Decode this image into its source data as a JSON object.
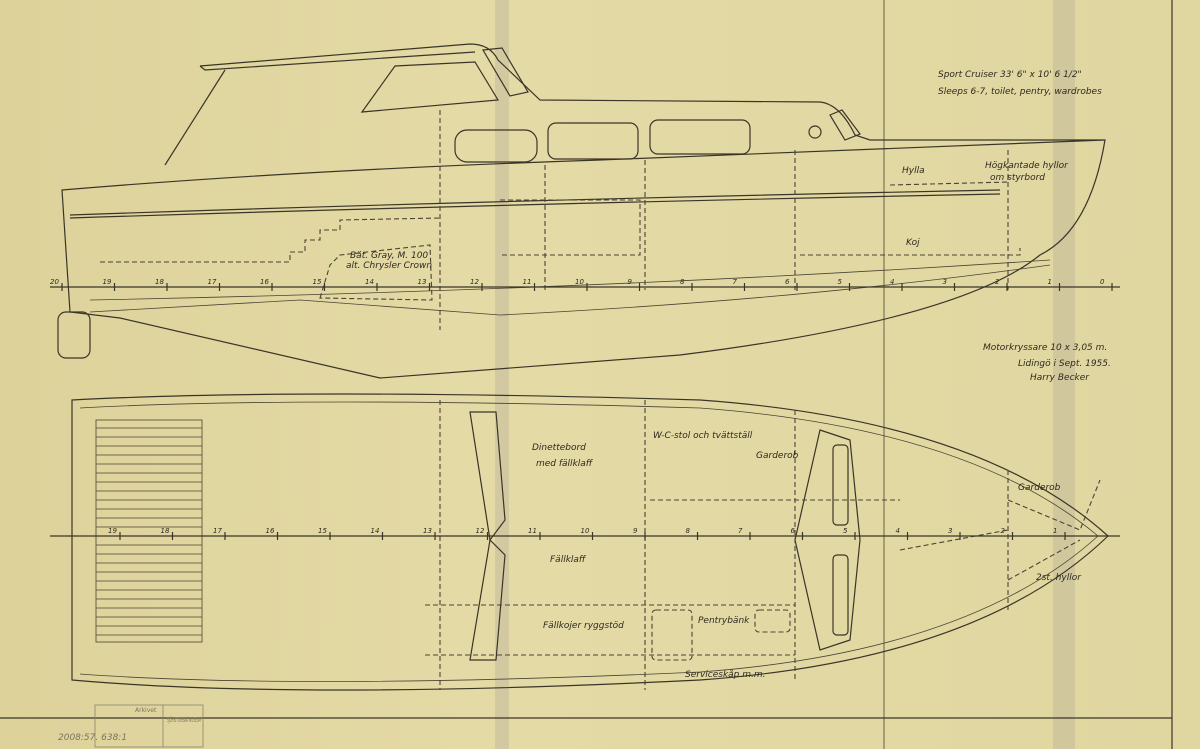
{
  "title": {
    "line1": "Sport Cruiser  33' 6\" x 10' 6 1/2\"",
    "line2": "Sleeps 6-7, toilet, pentry, wardrobes"
  },
  "title_block": {
    "name": "Motorkryssare 10 x 3,05 m.",
    "place_date": "Lidingö i Sept. 1955.",
    "signature": "Harry Becker"
  },
  "profile_labels": {
    "hylla": "Hylla",
    "hogkantade": "Högkantade hyllor",
    "om_styrbord": "om styrbord",
    "koj": "Koj",
    "engine1": "Bät. Gray, M. 100",
    "engine2": "alt. Chrysler Crown"
  },
  "plan_labels": {
    "dinette1": "Dinettebord",
    "dinette2": "med fällklaff",
    "wc": "W-C-stol och tvättställ",
    "garderob1": "Garderob",
    "garderob2": "Garderob",
    "fallklaff": "Fällklaff",
    "fallkojer": "Fällkojer ryggstöd",
    "pentry": "Pentrybänk",
    "service": "Serviceskåp m.m.",
    "hyllor": "2st. hyllor"
  },
  "profile_stations": [
    "20",
    "19",
    "18",
    "17",
    "16",
    "15",
    "14",
    "13",
    "12",
    "11",
    "10",
    "9",
    "8",
    "7",
    "6",
    "5",
    "4",
    "3",
    "2",
    "1",
    "0"
  ],
  "plan_stations": [
    "19",
    "18",
    "17",
    "16",
    "15",
    "14",
    "13",
    "12",
    "11",
    "10",
    "9",
    "8",
    "7",
    "6",
    "5",
    "4",
    "3",
    "2",
    "1"
  ],
  "stamp": {
    "museum": "SJÖHISTORISKA MUSEUM",
    "archive": "Arkivet",
    "number": "2008:57. 638:1"
  },
  "colors": {
    "paper": "#e2d8a2",
    "ink": "#3a3528"
  }
}
